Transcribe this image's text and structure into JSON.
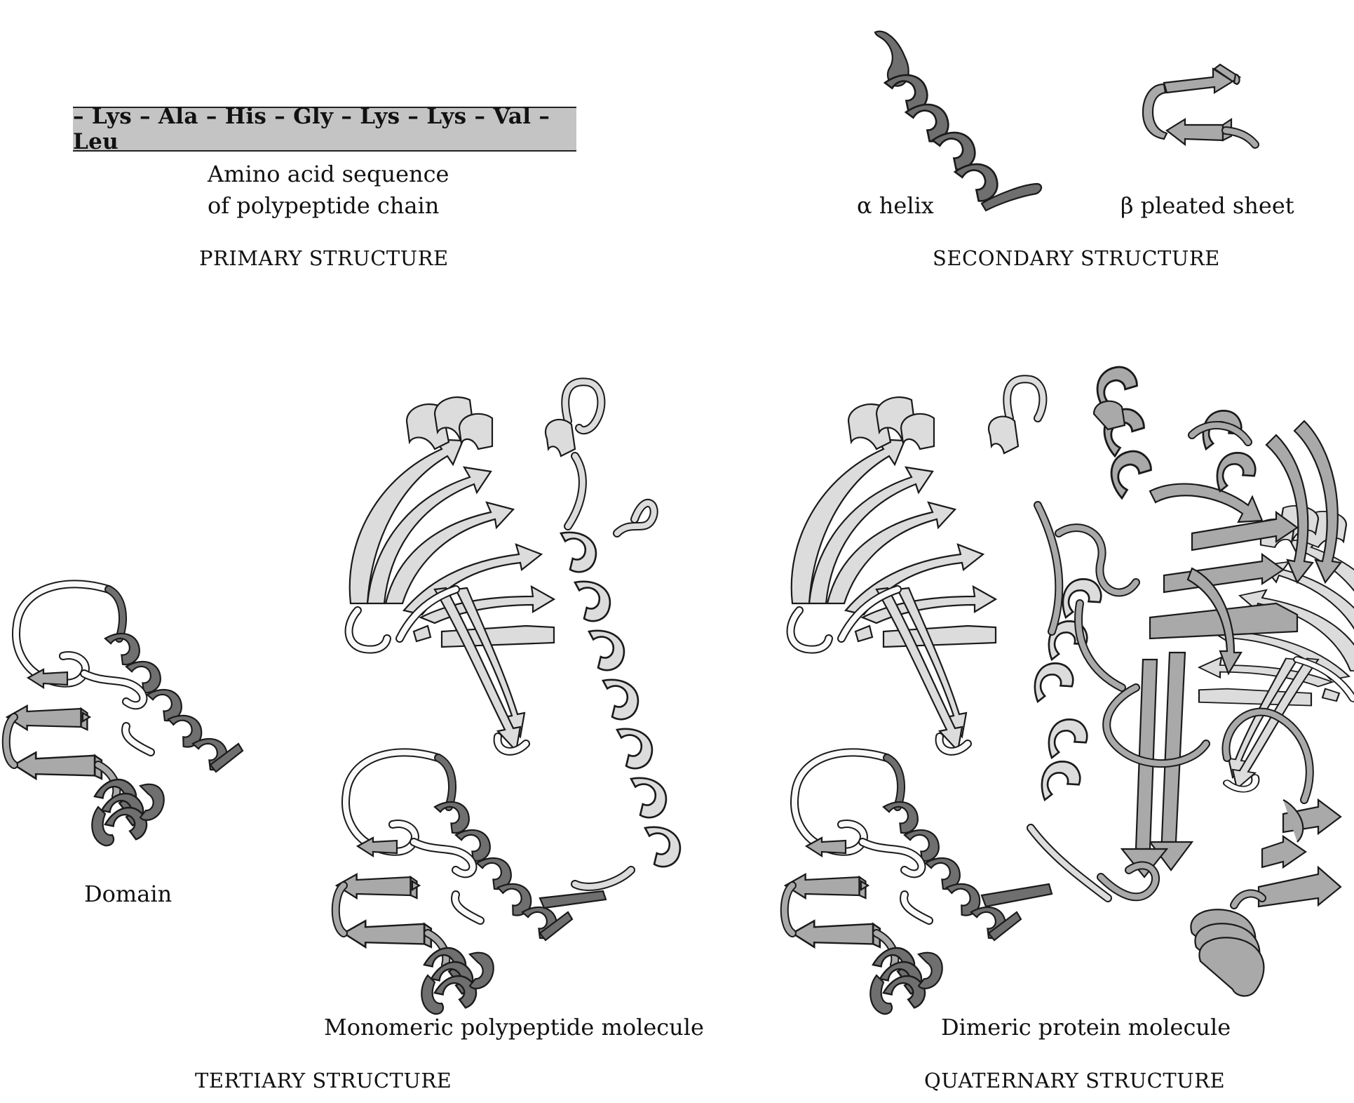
{
  "primary": {
    "sequence": "– Lys – Ala – His – Gly – Lys – Lys – Val – Leu",
    "caption_line1": "Amino acid sequence",
    "caption_line2": "of polypeptide chain",
    "heading": "PRIMARY STRUCTURE"
  },
  "secondary": {
    "alpha_label": "α helix",
    "beta_label": "β pleated sheet",
    "heading": "SECONDARY STRUCTURE"
  },
  "tertiary": {
    "domain_label": "Domain",
    "monomer_label": "Monomeric polypeptide molecule",
    "heading": "TERTIARY STRUCTURE"
  },
  "quaternary": {
    "dimer_label": "Dimeric protein molecule",
    "heading": "QUATERNARY STRUCTURE"
  },
  "colors": {
    "helix": "#6f6f6f",
    "strand": "#a9a9a9",
    "light_subunit": "#dcdcdc",
    "sequence_bar": "#c4c4c4"
  }
}
